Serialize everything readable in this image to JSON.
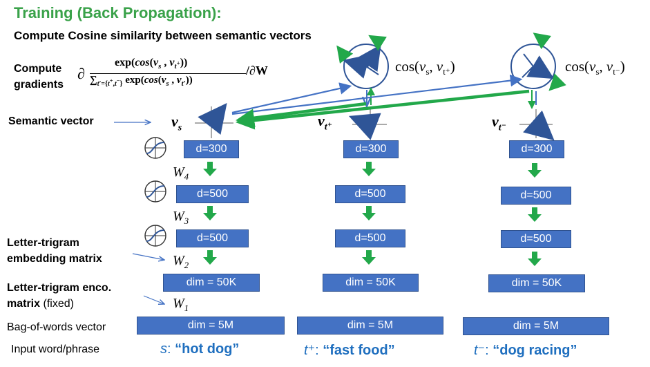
{
  "title": "Training (Back Propagation):",
  "subtitle": "Compute Cosine similarity between semantic vectors",
  "left_labels": {
    "compute_gradients_line1": "Compute",
    "compute_gradients_line2": "gradients",
    "semantic_vector": "Semantic vector",
    "letter_trigram_embedding_line1": "Letter-trigram",
    "letter_trigram_embedding_line2": "embedding matrix",
    "letter_trigram_enco_line1": "Letter-trigram enco.",
    "letter_trigram_enco_line2": "matrix",
    "letter_trigram_enco_fixed": "(fixed)",
    "bag_of_words": "Bag-of-words vector",
    "input_word": "Input word/phrase"
  },
  "gradient_formula": {
    "numerator": "exp(cos(v_s , v_t+))",
    "denominator": "Σ_{t'={t+,t-}} exp(cos(v_s , v_t'))",
    "suffix": "/∂W"
  },
  "weights": [
    "W",
    "W",
    "W",
    "W"
  ],
  "weight_subscripts": [
    "4",
    "3",
    "2",
    "1"
  ],
  "columns": [
    {
      "vector": "v",
      "vector_sub": "s",
      "input_prefix": "s",
      "input_phrase": "“hot dog”",
      "layers": [
        "d=300",
        "d=500",
        "d=500",
        "dim = 50K",
        "dim = 5M"
      ]
    },
    {
      "vector": "v",
      "vector_sub": "t⁺",
      "input_prefix": "t⁺",
      "input_phrase": "“fast food”",
      "layers": [
        "d=300",
        "d=500",
        "d=500",
        "dim = 50K",
        "dim = 5M"
      ]
    },
    {
      "vector": "v",
      "vector_sub": "t⁻",
      "input_prefix": "t⁻",
      "input_phrase": "“dog racing”",
      "layers": [
        "d=300",
        "d=500",
        "d=500",
        "dim = 50K",
        "dim = 5M"
      ]
    }
  ],
  "cosines": [
    {
      "text_prefix": "cos(",
      "v1": "v",
      "v1_sub": "s",
      "sep": ", ",
      "v2": "v",
      "v2_sub": "t⁺",
      "suffix": ")"
    },
    {
      "text_prefix": "cos(",
      "v1": "v",
      "v1_sub": "s",
      "sep": ", ",
      "v2": "v",
      "v2_sub": "t⁻",
      "suffix": ")"
    }
  ],
  "colors": {
    "title": "#3aa24a",
    "box": "#4472c4",
    "arrow_green": "#22a84a",
    "arrow_blue": "#4472c4",
    "input_text": "#1f6fbf"
  },
  "icons": [
    "sigmoid-icon",
    "down-arrow-icon",
    "axis-vector-icon",
    "cosine-circle-icon"
  ]
}
